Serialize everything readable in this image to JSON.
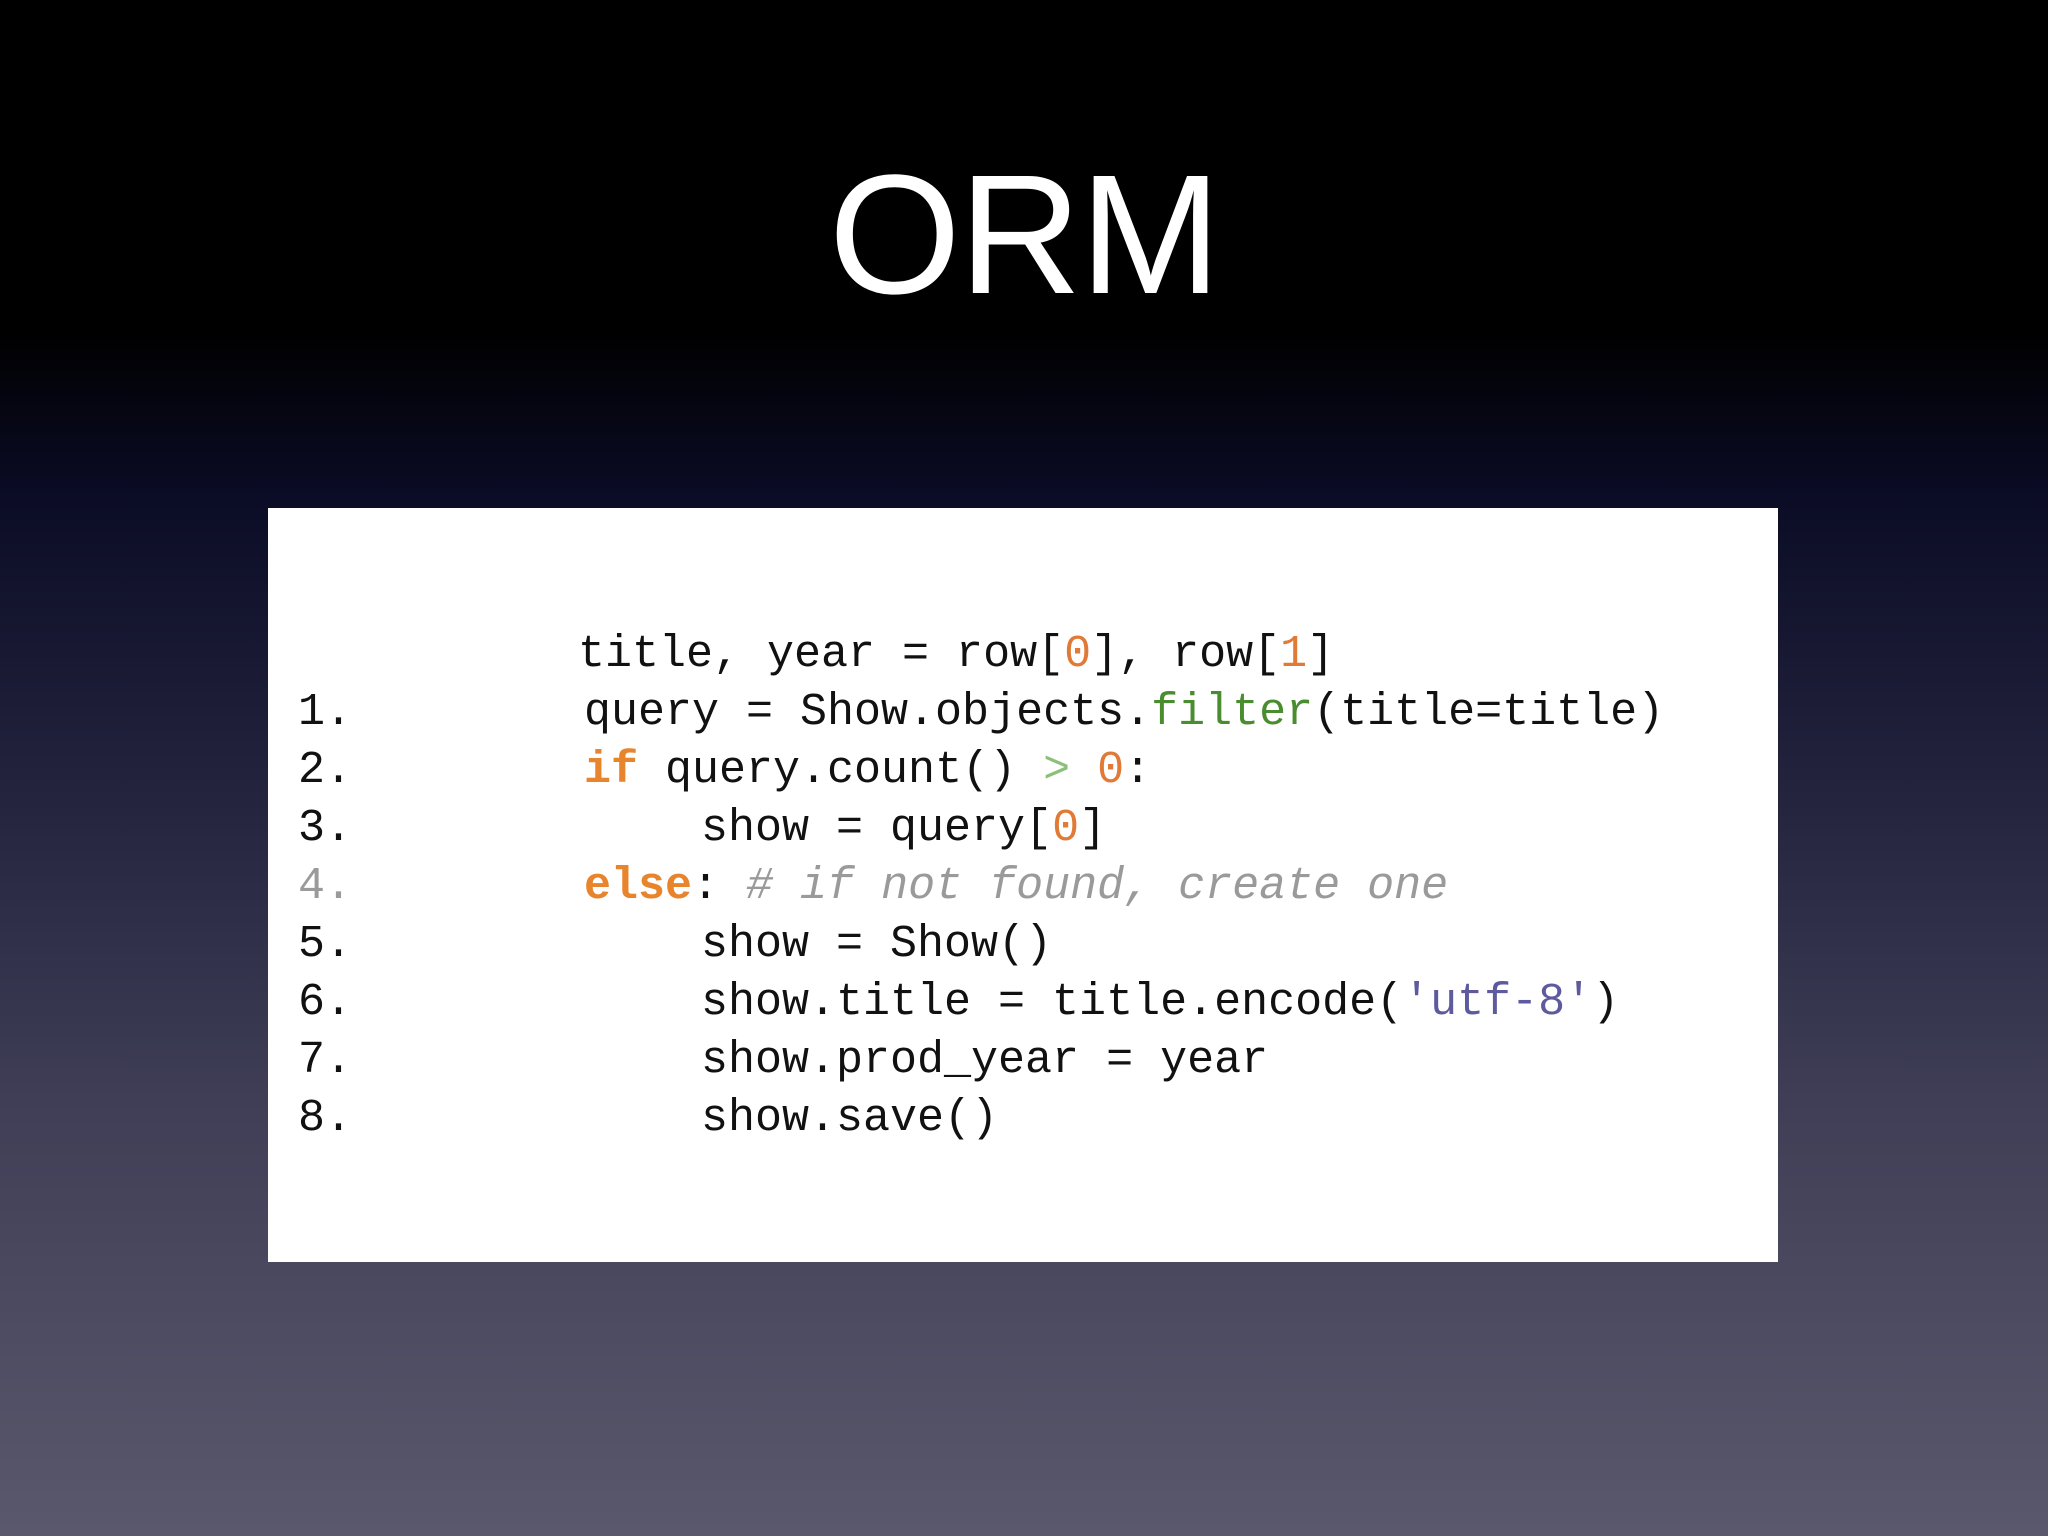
{
  "slide": {
    "title": "ORM"
  },
  "code": {
    "lines": [
      {
        "number": "",
        "text": "title, year = row[0], row[1]"
      },
      {
        "number": "1.",
        "text": "query = Show.objects.filter(title=title)"
      },
      {
        "number": "2.",
        "text": "if query.count() > 0:"
      },
      {
        "number": "3.",
        "text": "show = query[0]"
      },
      {
        "number": "4.",
        "text": "else: # if not found, create one"
      },
      {
        "number": "5.",
        "text": "show = Show()"
      },
      {
        "number": "6.",
        "text": "show.title = title.encode('utf-8')"
      },
      {
        "number": "7.",
        "text": "show.prod_year = year"
      },
      {
        "number": "8.",
        "text": "show.save()"
      }
    ],
    "tokens": {
      "l0": [
        "title, year = row[",
        "0",
        "], row[",
        "1",
        "]"
      ],
      "l1": [
        "query = Show.objects.",
        "filter",
        "(title=title)"
      ],
      "l2": [
        "if",
        " query.count() ",
        ">",
        " ",
        "0",
        ":"
      ],
      "l3": [
        "show = query[",
        "0",
        "]"
      ],
      "l4": [
        "else",
        ": ",
        "# if not found, create one"
      ],
      "l5": [
        "show = Show()"
      ],
      "l6": [
        "show.title = title.encode(",
        "'utf-8'",
        ")"
      ],
      "l7": [
        "show.prod_year = year"
      ],
      "l8": [
        "show.save()"
      ]
    },
    "colors": {
      "keyword": "#e8842c",
      "number": "#e07a36",
      "function": "#4a8d2f",
      "operator": "#8cc07a",
      "string": "#5e5a9e",
      "comment": "#9a9a9a"
    }
  }
}
